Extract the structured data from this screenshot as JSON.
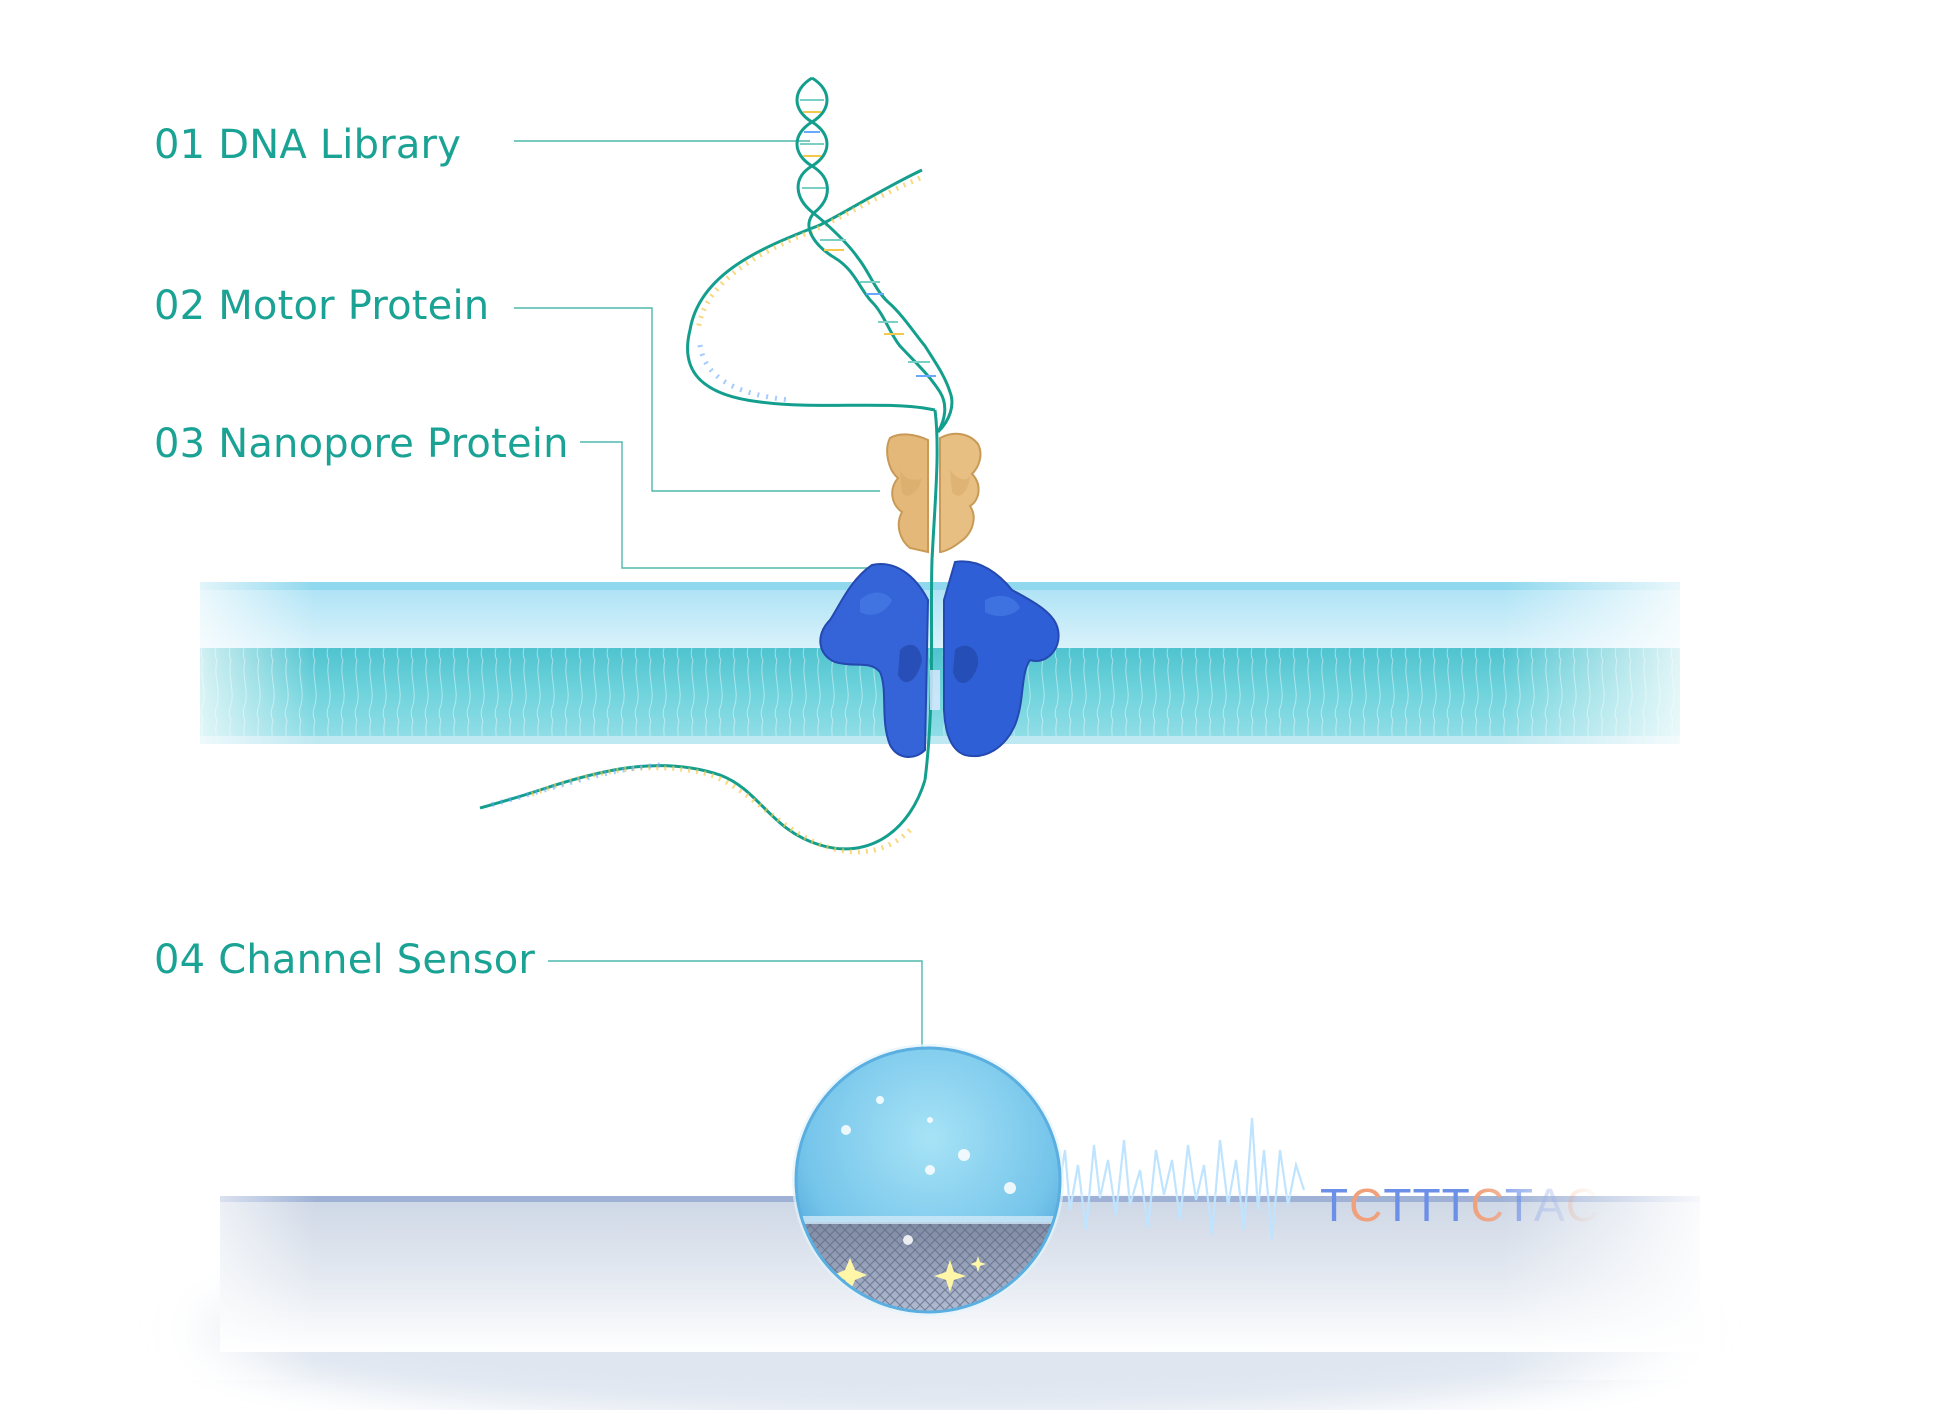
{
  "labels": {
    "dna_library": "01 DNA Library",
    "motor_protein": "02 Motor Protein",
    "nanopore_protein": "03 Nanopore Protein",
    "channel_sensor": "04 Channel Sensor"
  },
  "sequence_readout": [
    "T",
    "C",
    "T",
    "T",
    "T",
    "C",
    "T",
    "A",
    "C"
  ],
  "colors": {
    "label_text": "#1aa394",
    "leader_line": "#4fb8ad",
    "dna_strand": "#139e8d",
    "motor_protein": "#e3b879",
    "nanopore_protein": "#2f5fd6",
    "membrane": "#5cc9d8",
    "sensor_sphere": "#7cc6ea",
    "seq_base_T": "#6c8fe8",
    "seq_base_C": "#f0a07a",
    "seq_base_A": "#9fb5e8"
  }
}
